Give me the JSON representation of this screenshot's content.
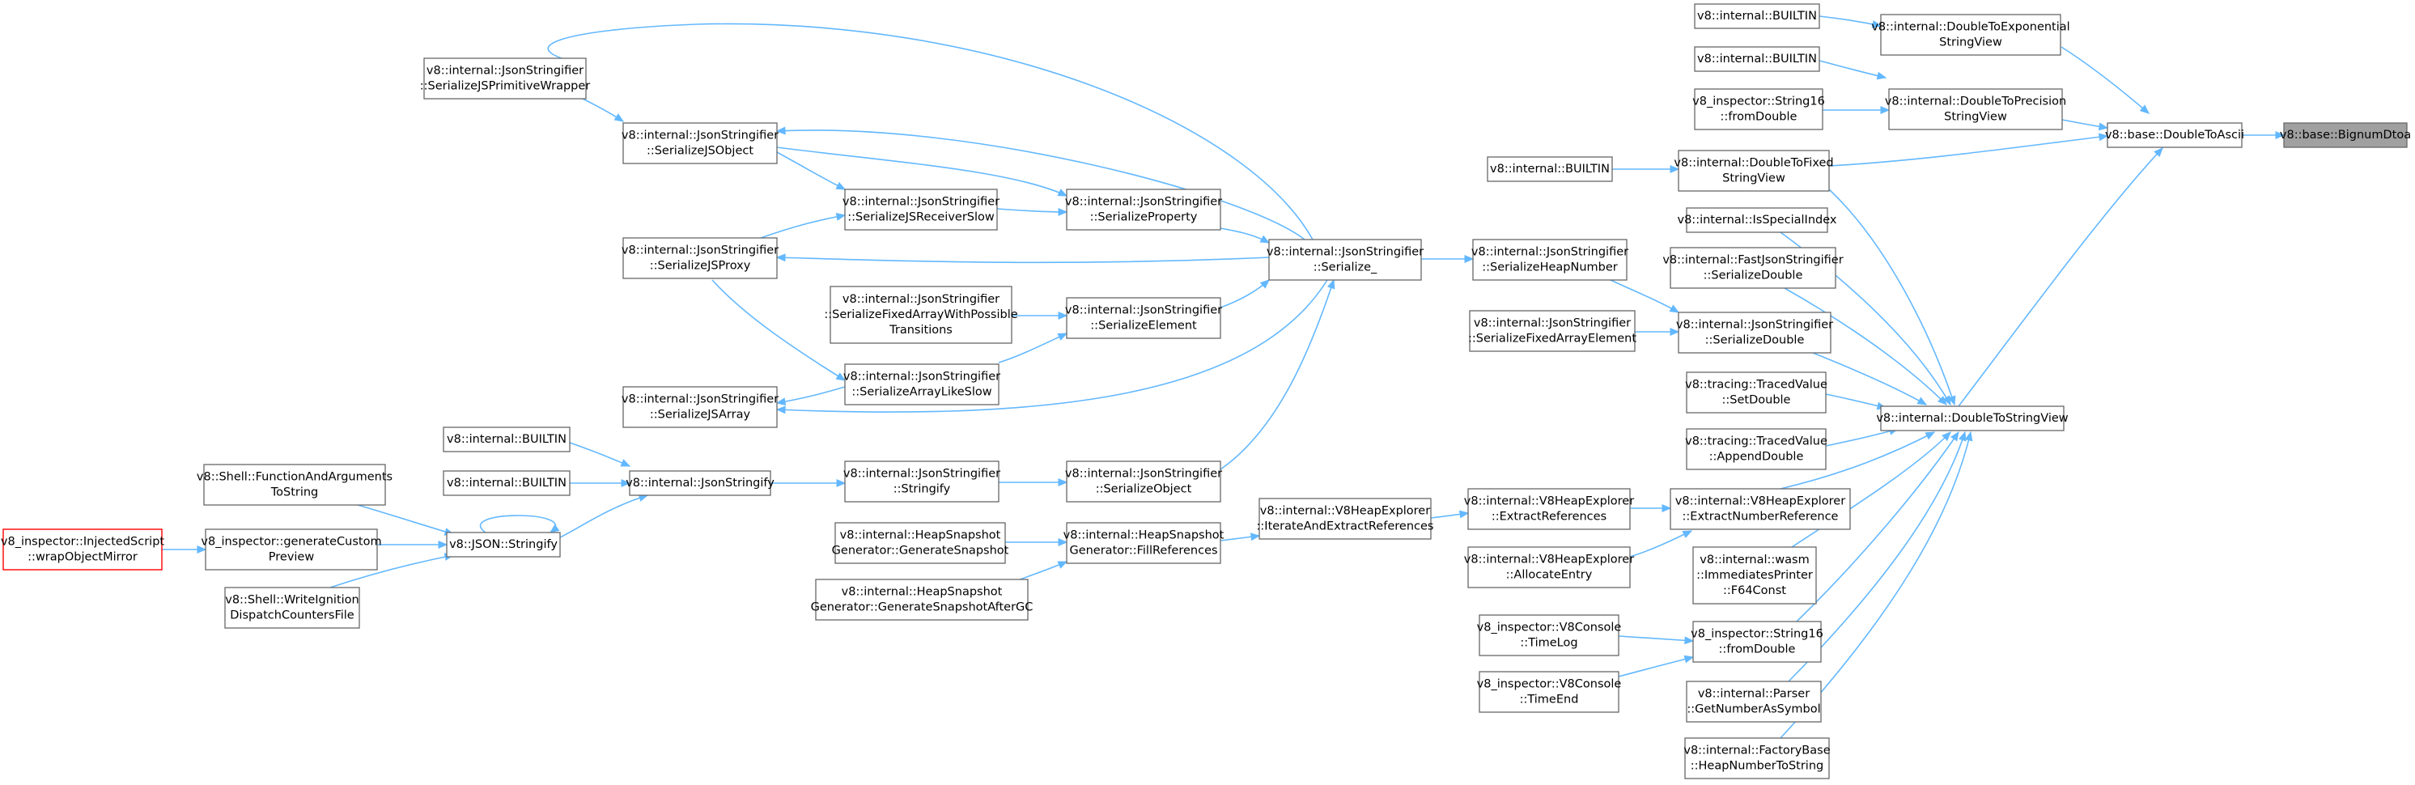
{
  "graph": {
    "nodes": [
      {
        "id": "bignum",
        "lines": [
          "v8::base::BignumDtoa"
        ],
        "root": true
      },
      {
        "id": "dtoascii",
        "lines": [
          "v8::base::DoubleToAscii"
        ]
      },
      {
        "id": "dtoexp",
        "lines": [
          "v8::internal::DoubleToExponential",
          "StringView"
        ]
      },
      {
        "id": "dtoprec",
        "lines": [
          "v8::internal::DoubleToPrecision",
          "StringView"
        ]
      },
      {
        "id": "dtofixed",
        "lines": [
          "v8::internal::DoubleToFixed",
          "StringView"
        ]
      },
      {
        "id": "dtostr",
        "lines": [
          "v8::internal::DoubleToStringView"
        ]
      },
      {
        "id": "builtin1",
        "lines": [
          "v8::internal::BUILTIN"
        ]
      },
      {
        "id": "builtin2",
        "lines": [
          "v8::internal::BUILTIN"
        ]
      },
      {
        "id": "s16from1",
        "lines": [
          "v8_inspector::String16",
          "::fromDouble"
        ]
      },
      {
        "id": "builtin3",
        "lines": [
          "v8::internal::BUILTIN"
        ]
      },
      {
        "id": "isspecial",
        "lines": [
          "v8::internal::IsSpecialIndex"
        ]
      },
      {
        "id": "fastser",
        "lines": [
          "v8::internal::FastJsonStringifier",
          "::SerializeDouble"
        ]
      },
      {
        "id": "serdouble",
        "lines": [
          "v8::internal::JsonStringifier",
          "::SerializeDouble"
        ]
      },
      {
        "id": "setdouble",
        "lines": [
          "v8::tracing::TracedValue",
          "::SetDouble"
        ]
      },
      {
        "id": "appenddouble",
        "lines": [
          "v8::tracing::TracedValue",
          "::AppendDouble"
        ]
      },
      {
        "id": "extractnum",
        "lines": [
          "v8::internal::V8HeapExplorer",
          "::ExtractNumberReference"
        ]
      },
      {
        "id": "wasmf64",
        "lines": [
          "v8::internal::wasm",
          "::ImmediatesPrinter",
          "::F64Const"
        ]
      },
      {
        "id": "s16from2",
        "lines": [
          "v8_inspector::String16",
          "::fromDouble"
        ]
      },
      {
        "id": "getnum",
        "lines": [
          "v8::internal::Parser",
          "::GetNumberAsSymbol"
        ]
      },
      {
        "id": "heapnum",
        "lines": [
          "v8::internal::FactoryBase",
          "::HeapNumberToString"
        ]
      },
      {
        "id": "serheapnum",
        "lines": [
          "v8::internal::JsonStringifier",
          "::SerializeHeapNumber"
        ]
      },
      {
        "id": "serfixedelem",
        "lines": [
          "v8::internal::JsonStringifier",
          "::SerializeFixedArrayElement"
        ]
      },
      {
        "id": "extractrefs",
        "lines": [
          "v8::internal::V8HeapExplorer",
          "::ExtractReferences"
        ]
      },
      {
        "id": "allocentry",
        "lines": [
          "v8::internal::V8HeapExplorer",
          "::AllocateEntry"
        ]
      },
      {
        "id": "timelog",
        "lines": [
          "v8_inspector::V8Console",
          "::TimeLog"
        ]
      },
      {
        "id": "timeend",
        "lines": [
          "v8_inspector::V8Console",
          "::TimeEnd"
        ]
      },
      {
        "id": "serialize_",
        "lines": [
          "v8::internal::JsonStringifier",
          "::Serialize_"
        ]
      },
      {
        "id": "iterextract",
        "lines": [
          "v8::internal::V8HeapExplorer",
          "::IterateAndExtractReferences"
        ]
      },
      {
        "id": "serprop",
        "lines": [
          "v8::internal::JsonStringifier",
          "::SerializeProperty"
        ]
      },
      {
        "id": "serelem",
        "lines": [
          "v8::internal::JsonStringifier",
          "::SerializeElement"
        ]
      },
      {
        "id": "serobject",
        "lines": [
          "v8::internal::JsonStringifier",
          "::SerializeObject"
        ]
      },
      {
        "id": "fillrefs",
        "lines": [
          "v8::internal::HeapSnapshot",
          "Generator::FillReferences"
        ]
      },
      {
        "id": "serrecvslow",
        "lines": [
          "v8::internal::JsonStringifier",
          "::SerializeJSReceiverSlow"
        ]
      },
      {
        "id": "serfixedwith",
        "lines": [
          "v8::internal::JsonStringifier",
          "::SerializeFixedArrayWithPossible",
          "Transitions"
        ]
      },
      {
        "id": "serarrslow",
        "lines": [
          "v8::internal::JsonStringifier",
          "::SerializeArrayLikeSlow"
        ]
      },
      {
        "id": "stringify",
        "lines": [
          "v8::internal::JsonStringifier",
          "::Stringify"
        ]
      },
      {
        "id": "gensnap",
        "lines": [
          "v8::internal::HeapSnapshot",
          "Generator::GenerateSnapshot"
        ]
      },
      {
        "id": "gensnapgc",
        "lines": [
          "v8::internal::HeapSnapshot",
          "Generator::GenerateSnapshotAfterGC"
        ]
      },
      {
        "id": "serprimwrap",
        "lines": [
          "v8::internal::JsonStringifier",
          "::SerializeJSPrimitiveWrapper"
        ]
      },
      {
        "id": "serjsobject",
        "lines": [
          "v8::internal::JsonStringifier",
          "::SerializeJSObject"
        ]
      },
      {
        "id": "serjsproxy",
        "lines": [
          "v8::internal::JsonStringifier",
          "::SerializeJSProxy"
        ]
      },
      {
        "id": "serjsarray",
        "lines": [
          "v8::internal::JsonStringifier",
          "::SerializeJSArray"
        ]
      },
      {
        "id": "jsonstringify",
        "lines": [
          "v8::internal::JsonStringify"
        ]
      },
      {
        "id": "builtin4",
        "lines": [
          "v8::internal::BUILTIN"
        ]
      },
      {
        "id": "builtin5",
        "lines": [
          "v8::internal::BUILTIN"
        ]
      },
      {
        "id": "v8jsonstr",
        "lines": [
          "v8::JSON::Stringify"
        ]
      },
      {
        "id": "shellfunc",
        "lines": [
          "v8::Shell::FunctionAndArguments",
          "ToString"
        ]
      },
      {
        "id": "gencustom",
        "lines": [
          "v8_inspector::generateCustom",
          "Preview"
        ]
      },
      {
        "id": "shellwrite",
        "lines": [
          "v8::Shell::WriteIgnition",
          "DispatchCountersFile"
        ]
      },
      {
        "id": "wrapobj",
        "lines": [
          "v8_inspector::InjectedScript",
          "::wrapObjectMirror"
        ],
        "red": true
      }
    ]
  }
}
